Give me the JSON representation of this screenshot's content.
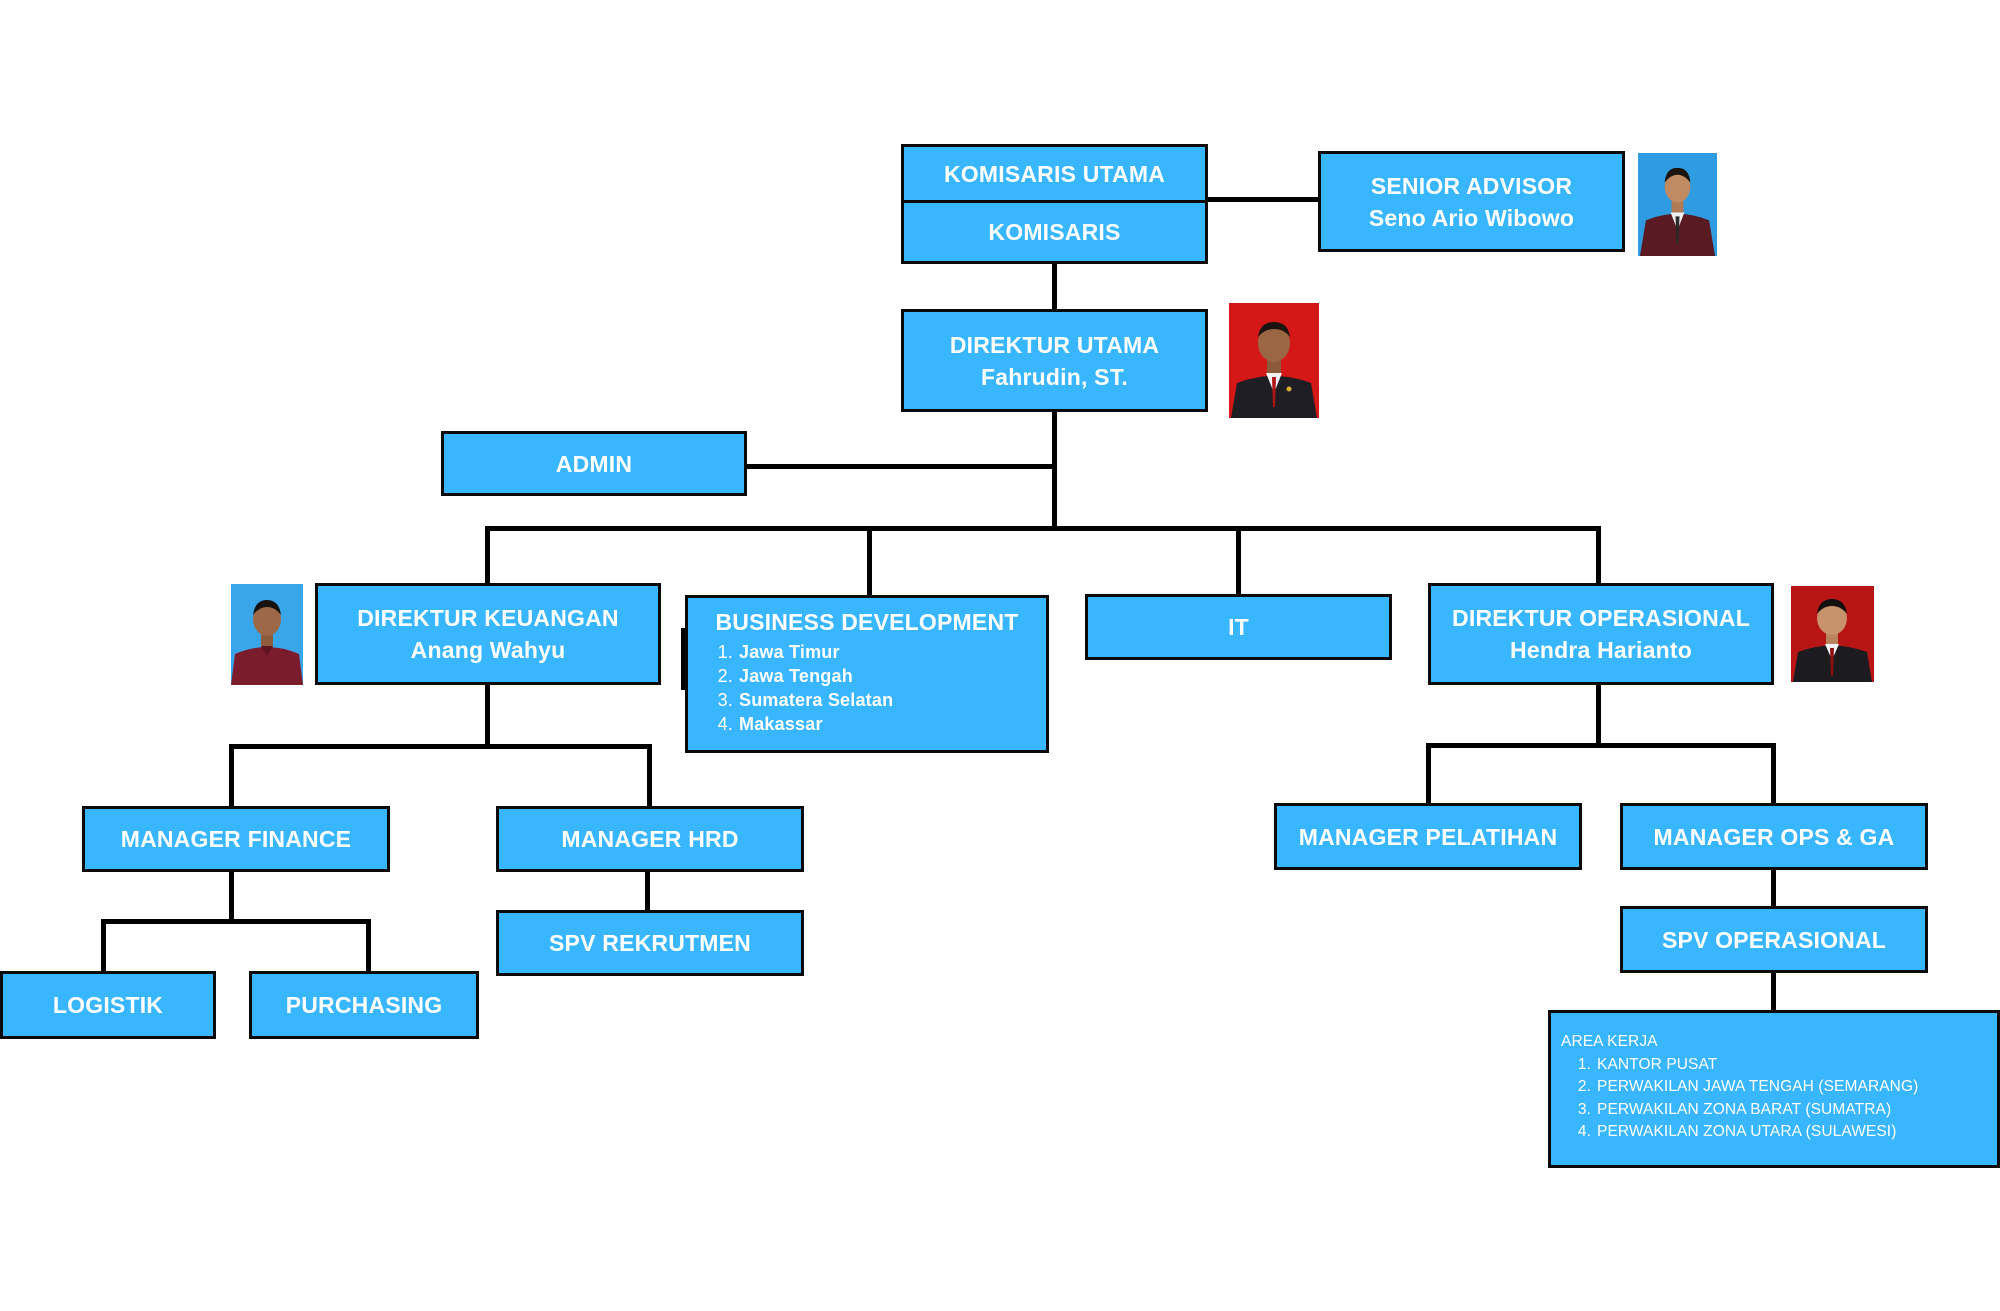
{
  "komisaris_utama": {
    "title": "KOMISARIS UTAMA"
  },
  "komisaris": {
    "title": "KOMISARIS"
  },
  "senior_advisor": {
    "title": "SENIOR ADVISOR",
    "name": "Seno Ario Wibowo"
  },
  "direktur_utama": {
    "title": "DIREKTUR UTAMA",
    "name": "Fahrudin, ST."
  },
  "admin": {
    "title": "ADMIN"
  },
  "direktur_keuangan": {
    "title": "DIREKTUR KEUANGAN",
    "name": "Anang Wahyu"
  },
  "business_development": {
    "title": "BUSINESS DEVELOPMENT",
    "items": [
      {
        "num": "1.",
        "text": "Jawa Timur"
      },
      {
        "num": "2.",
        "text": "Jawa Tengah"
      },
      {
        "num": "3.",
        "text": "Sumatera Selatan"
      },
      {
        "num": "4.",
        "text": "Makassar"
      }
    ]
  },
  "it": {
    "title": "IT"
  },
  "direktur_operasional": {
    "title": "DIREKTUR OPERASIONAL",
    "name": "Hendra Harianto"
  },
  "manager_finance": {
    "title": "MANAGER FINANCE"
  },
  "manager_hrd": {
    "title": "MANAGER HRD"
  },
  "spv_rekrutmen": {
    "title": "SPV REKRUTMEN"
  },
  "logistik": {
    "title": "LOGISTIK"
  },
  "purchasing": {
    "title": "PURCHASING"
  },
  "manager_pelatihan": {
    "title": "MANAGER PELATIHAN"
  },
  "manager_ops_ga": {
    "title": "MANAGER OPS & GA"
  },
  "spv_operasional": {
    "title": "SPV OPERASIONAL"
  },
  "area_kerja": {
    "title": "AREA KERJA",
    "items": [
      {
        "num": "1.",
        "text": "KANTOR PUSAT"
      },
      {
        "num": "2.",
        "text": "PERWAKILAN JAWA TENGAH (SEMARANG)"
      },
      {
        "num": "3.",
        "text": "PERWAKILAN ZONA BARAT (SUMATRA)"
      },
      {
        "num": "4.",
        "text": "PERWAKILAN ZONA UTARA (SULAWESI)"
      }
    ]
  },
  "colors": {
    "box_fill": "#38b6ff",
    "box_border": "#0a0a0a",
    "connector": "#000000",
    "text": "#ffffff"
  },
  "photos": [
    "seno-ario-wibowo-photo",
    "fahrudin-photo",
    "anang-wahyu-photo",
    "hendra-harianto-photo"
  ]
}
